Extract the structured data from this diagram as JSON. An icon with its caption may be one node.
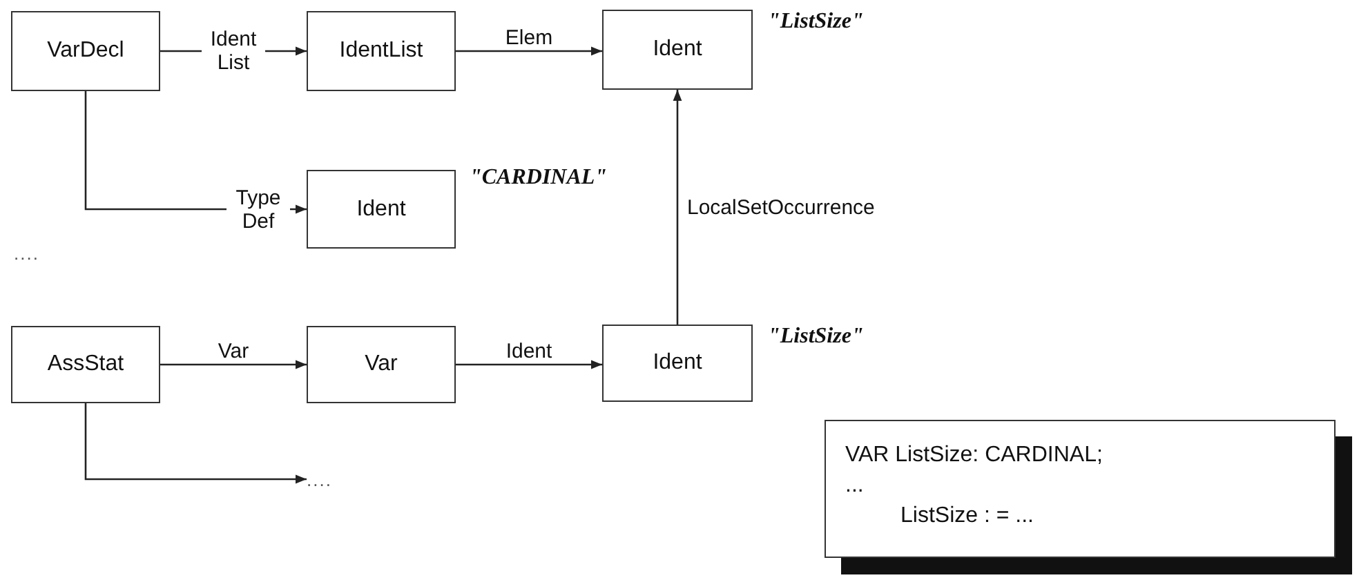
{
  "diagram": {
    "nodes": [
      {
        "text": [
          "VarDecl"
        ]
      },
      {
        "text": [
          "IdentList"
        ]
      },
      {
        "text": [
          "Ident"
        ],
        "beside": [
          "\"ListSize\""
        ]
      },
      {
        "text": [
          "Ident"
        ],
        "beside": [
          "\"CARDINAL\""
        ]
      },
      {
        "text": [
          "AssStat"
        ]
      },
      {
        "text": [
          "Var"
        ]
      },
      {
        "text": [
          "Ident"
        ],
        "beside": [
          "\"ListSize\""
        ]
      },
      {
        "text": [
          "...."
        ]
      },
      {
        "text": [
          "VAR ListSize: CARDINAL;",
          "...",
          "ListSize : = ..."
        ]
      }
    ],
    "edges": [
      {
        "from": 0,
        "to": 1,
        "arrow": "to",
        "label": "Ident List"
      },
      {
        "from": 1,
        "to": 2,
        "arrow": "to",
        "label": "Elem"
      },
      {
        "from": 0,
        "to": 3,
        "arrow": "to",
        "label": "Type Def"
      },
      {
        "from": 4,
        "to": 5,
        "arrow": "to",
        "label": "Var"
      },
      {
        "from": 5,
        "to": 6,
        "arrow": "to",
        "label": "Ident"
      },
      {
        "from": 6,
        "to": 2,
        "arrow": "to",
        "label": "LocalSetOccurrence"
      },
      {
        "from": 4,
        "to": 7,
        "arrow": "to"
      }
    ],
    "labels": [
      "...."
    ]
  }
}
